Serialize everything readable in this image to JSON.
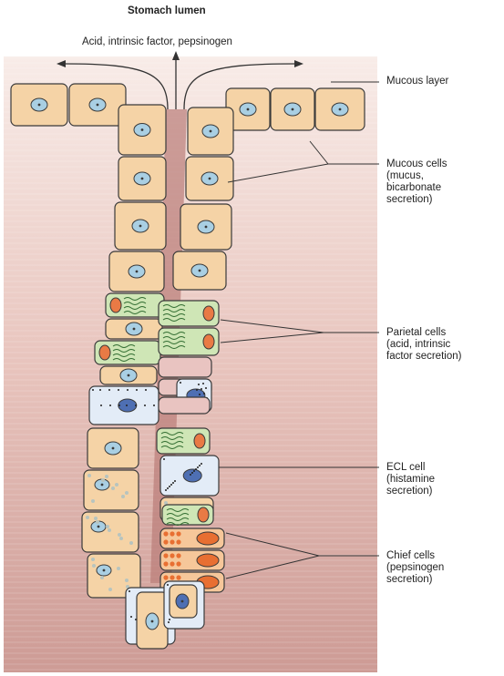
{
  "title": "Stomach lumen",
  "secretions_label": "Acid, intrinsic factor, pepsinogen",
  "labels": {
    "mucous_layer": "Mucous layer",
    "mucous_cells": "Mucous cells\n(mucus,\nbicarbonate\nsecretion)",
    "parietal_cells": "Parietal cells\n(acid, intrinsic\nfactor secretion)",
    "ecl_cell": "ECL cell\n(histamine\nsecretion)",
    "chief_cells": "Chief cells\n(pepsinogen\nsecretion)"
  },
  "colors": {
    "background_top": "#f7e9e4",
    "background_bottom": "#c9928d",
    "mucous_cell": "#f5d3a6",
    "nucleus": "#a9cfe3",
    "parietal_cell": "#cfe6b6",
    "parietal_nucleus": "#e97a45",
    "chief_cell": "#f6c79a",
    "chief_granule": "#e86f32",
    "ecl_cell": "#e3ecf7",
    "ecl_nucleus": "#4e6fb3",
    "outline": "#3a3a3a"
  }
}
